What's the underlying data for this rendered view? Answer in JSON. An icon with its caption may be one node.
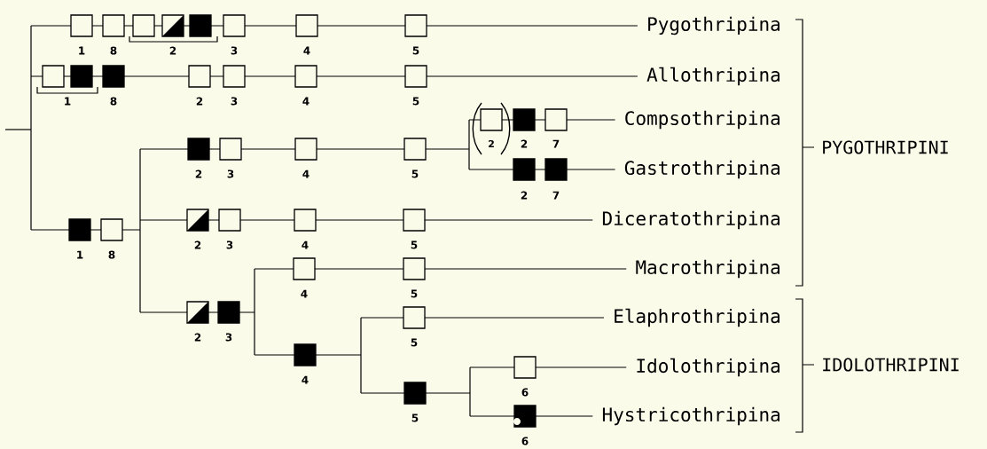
{
  "diagram": {
    "nodes": [
      {
        "text": [
          "Pygothripina"
        ]
      },
      {
        "text": [
          "Allothripina"
        ]
      },
      {
        "text": [
          "Compsothripina"
        ]
      },
      {
        "text": [
          "Gastrothripina"
        ]
      },
      {
        "text": [
          "Diceratothripina"
        ]
      },
      {
        "text": [
          "Macrothripina"
        ]
      },
      {
        "text": [
          "Elaphrothripina"
        ]
      },
      {
        "text": [
          "Idolothripina"
        ]
      },
      {
        "text": [
          "Hystricothripina"
        ]
      },
      {
        "text": [
          "PYGOTHRIPINI"
        ]
      },
      {
        "text": [
          "IDOLOTHRIPINI"
        ]
      }
    ],
    "edges": [
      {
        "from": null,
        "to": 0,
        "arrow": "none"
      },
      {
        "from": null,
        "to": 1,
        "arrow": "none"
      },
      {
        "from": null,
        "to": 2,
        "arrow": "none"
      },
      {
        "from": null,
        "to": 3,
        "arrow": "none"
      },
      {
        "from": null,
        "to": 4,
        "arrow": "none"
      },
      {
        "from": null,
        "to": 5,
        "arrow": "none"
      },
      {
        "from": null,
        "to": 6,
        "arrow": "none"
      },
      {
        "from": null,
        "to": 7,
        "arrow": "none"
      },
      {
        "from": null,
        "to": 8,
        "arrow": "none"
      }
    ],
    "labels": [
      "1",
      "8",
      "2",
      "3",
      "4",
      "5",
      "1",
      "8",
      "2",
      "3",
      "4",
      "5",
      "2",
      "2",
      "7",
      "2",
      "3",
      "4",
      "5",
      "2",
      "7",
      "2",
      "3",
      "4",
      "5",
      "1",
      "8",
      "4",
      "5",
      "2",
      "3",
      "5",
      "4",
      "6",
      "5",
      "6"
    ]
  }
}
